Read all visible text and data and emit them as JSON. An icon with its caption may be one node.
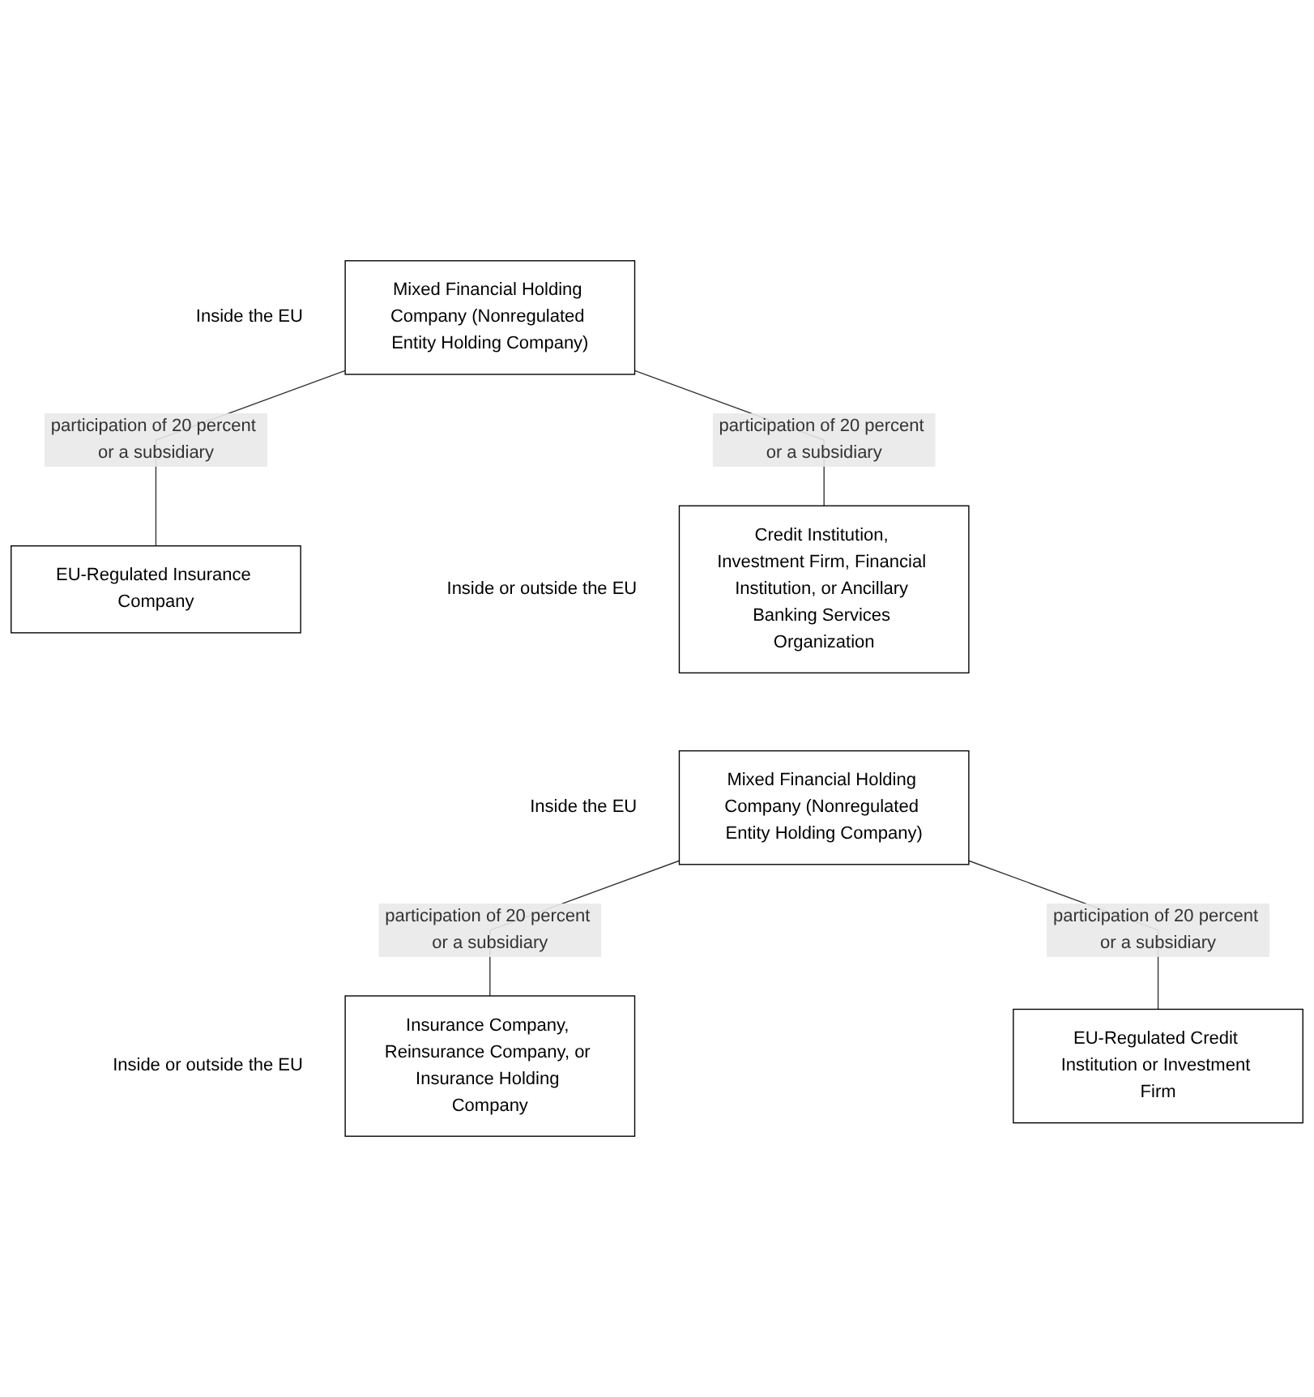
{
  "diagram": {
    "nodes": [
      {
        "text": [
          "Mixed Financial Holding Company (Nonregulated Entity Holding Company)"
        ],
        "beside": [
          "Inside the EU"
        ]
      },
      {
        "text": [
          "EU-Regulated Insurance Company"
        ]
      },
      {
        "text": [
          "Credit Institution, Investment Firm, Financial Institution, or Ancillary Banking Services Organization"
        ],
        "beside": [
          "Inside or outside the EU"
        ]
      },
      {
        "text": [
          "Mixed Financial Holding Company (Nonregulated Entity Holding Company)"
        ],
        "beside": [
          "Inside the EU"
        ]
      },
      {
        "text": [
          "Insurance Company, Reinsurance Company, or Insurance Holding Company"
        ],
        "beside": [
          "Inside or outside the EU"
        ]
      },
      {
        "text": [
          "EU-Regulated Credit Institution or Investment Firm"
        ]
      }
    ],
    "edges": [
      {
        "from": 0,
        "to": 1,
        "arrow": "none",
        "label": "participation of 20 percent or a subsidiary"
      },
      {
        "from": 0,
        "to": 2,
        "arrow": "none",
        "label": "participation of 20 percent or a subsidiary"
      },
      {
        "from": 3,
        "to": 4,
        "arrow": "none",
        "label": "participation of 20 percent or a subsidiary"
      },
      {
        "from": 3,
        "to": 5,
        "arrow": "none",
        "label": "participation of 20 percent or a subsidiary"
      }
    ]
  }
}
